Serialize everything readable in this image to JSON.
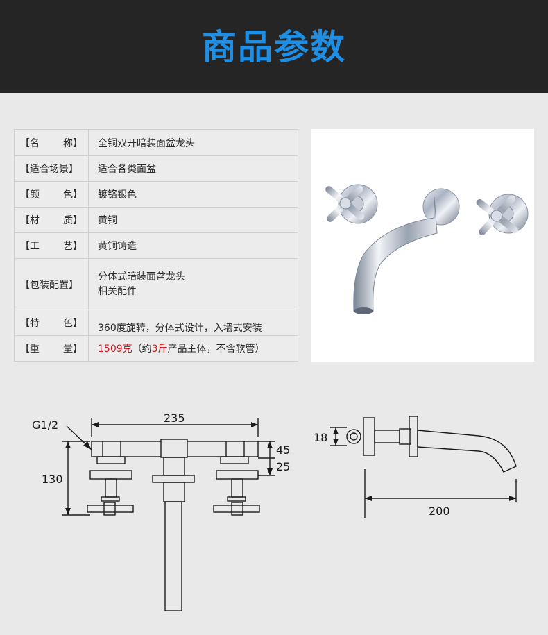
{
  "header": {
    "title": "商品参数"
  },
  "specs": [
    {
      "label": "名　　称",
      "value": "全铜双开暗装面盆龙头"
    },
    {
      "label": "适合场景",
      "value": "适合各类面盆"
    },
    {
      "label": "颜　　色",
      "value": "镀铬银色"
    },
    {
      "label": "材　　质",
      "value": "黄铜"
    },
    {
      "label": "工　　艺",
      "value": "黄铜铸造"
    },
    {
      "label": "包装配置",
      "value_line1": "分体式暗装面盆龙头",
      "value_line2": "相关配件"
    },
    {
      "label": "特　　色",
      "value": "360度旋转，分体式设计，入墙式安装"
    },
    {
      "label": "重　　量",
      "value_red1": "1509克",
      "value_mid1": "（约",
      "value_red2": "3斤",
      "value_mid2": "产品主体，不含软管）"
    }
  ],
  "label_chars": [
    {
      "a": "【名",
      "b": "称】"
    },
    {
      "a": "【适合场景】",
      "b": ""
    },
    {
      "a": "【颜",
      "b": "色】"
    },
    {
      "a": "【材",
      "b": "质】"
    },
    {
      "a": "【工",
      "b": "艺】"
    },
    {
      "a": "【包装配置】",
      "b": ""
    },
    {
      "a": "【特",
      "b": "色】"
    },
    {
      "a": "【重",
      "b": "量】"
    }
  ],
  "dimensions": {
    "thread": "G1/2",
    "width": "235",
    "total_height": "130",
    "top_height": "45",
    "second_height": "25",
    "side_height": "18",
    "spout_length": "200"
  },
  "colors": {
    "accent": "#1f8fe6",
    "highlight_red": "#d8161b",
    "header_bg": "#252525"
  }
}
